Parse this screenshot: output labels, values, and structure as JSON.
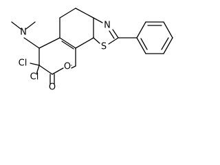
{
  "molecule": {
    "atoms": {
      "n_amine": "N",
      "n_thiazole": "N",
      "s_thiazole": "S",
      "o_ring": "O",
      "o_carbonyl": "O",
      "cl_upper": "Cl",
      "cl_lower": "Cl"
    }
  },
  "colors": {
    "bond": "#000000",
    "label": "#000000",
    "background": "#ffffff"
  }
}
